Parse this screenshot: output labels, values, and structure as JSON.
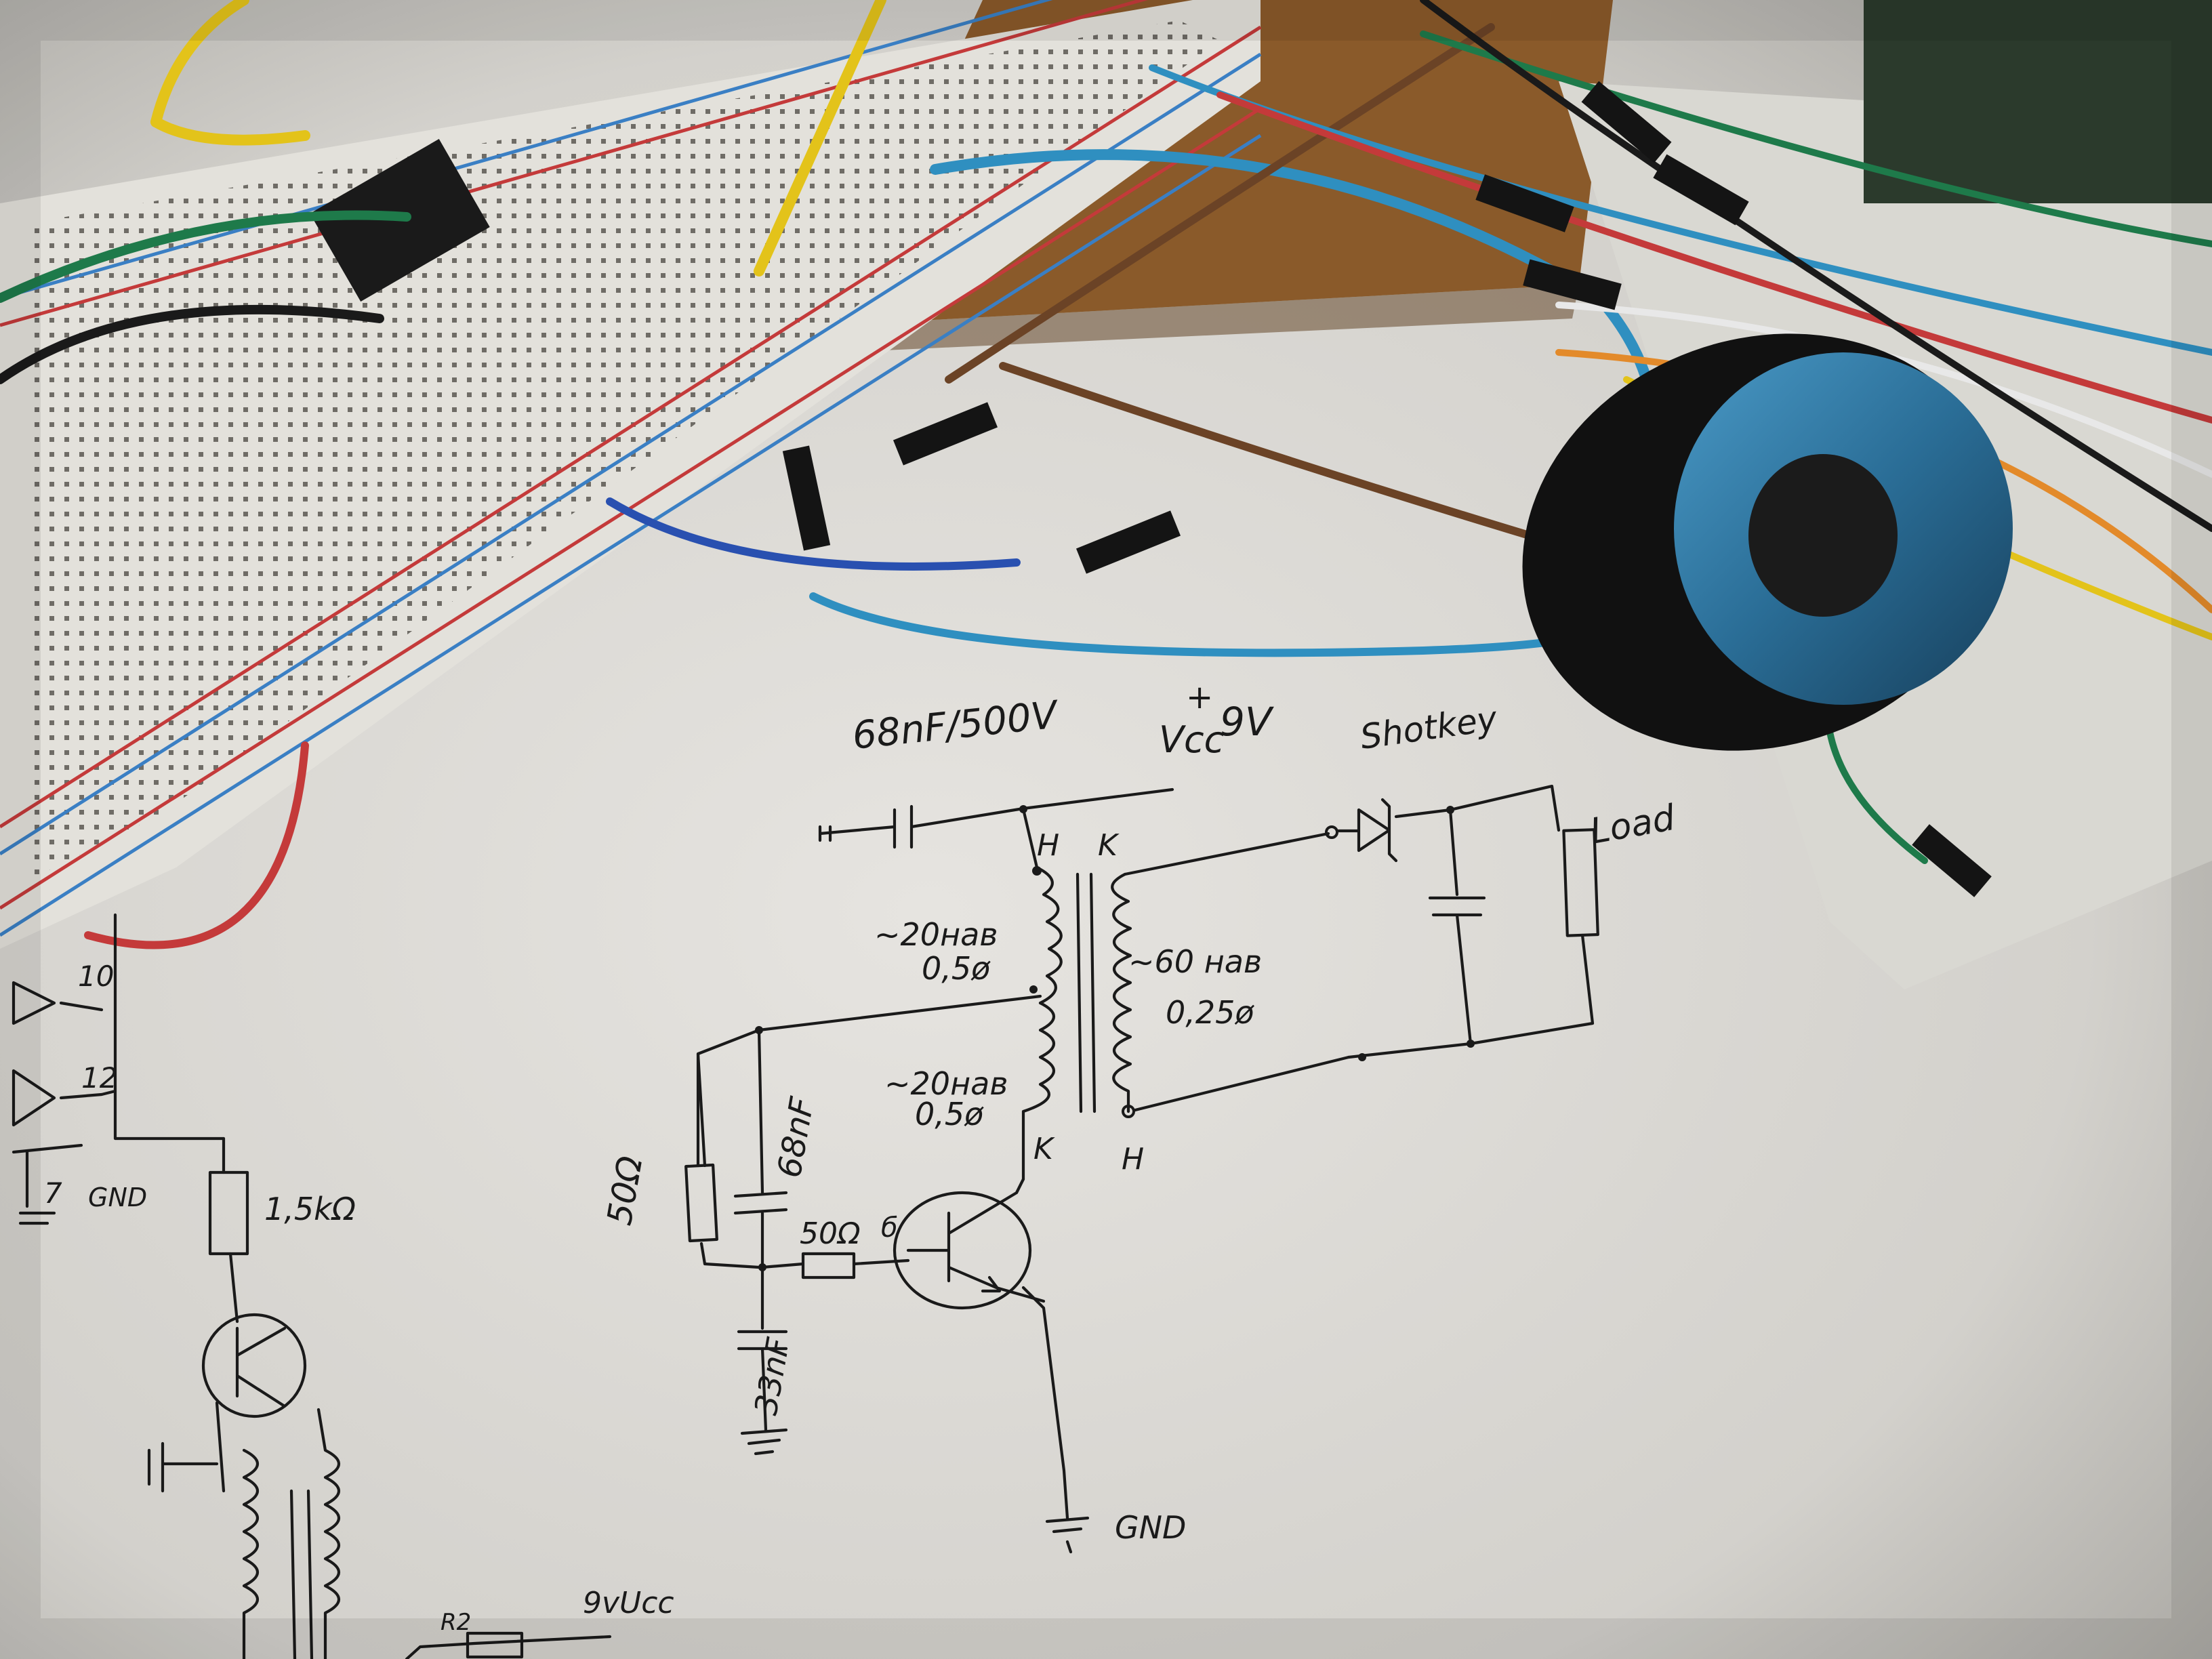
{
  "photo": {
    "subject": "hand-drawn blocking oscillator schematic with breadboard and toroid transformer"
  },
  "schematic_main": {
    "cap_top": "68nF/500V",
    "vcc": "Vcc",
    "vcc_plus": "+",
    "vcc_value": "9V",
    "diode": "Shotkey",
    "load": "Load",
    "winding_primary_1": "~20нав",
    "wire_primary_1": "0,5ø",
    "winding_primary_2": "~20нав",
    "wire_primary_2": "0,5ø",
    "winding_secondary": "~60 нав",
    "wire_secondary": "0,25ø",
    "pin_h_top": "H",
    "pin_k_top": "K",
    "pin_k_bottom": "K",
    "pin_h_bottom": "H",
    "resistor_left": "50Ω",
    "cap_feedback": "68nF",
    "resistor_base": "50Ω",
    "base_label": "б",
    "cap_bottom": "33nF",
    "gnd": "GND"
  },
  "schematic_left": {
    "pin_10": "10",
    "pin_12": "12",
    "pin_7": "7",
    "gnd": "GND",
    "resistor": "1,5kΩ",
    "r2": "R2",
    "vcc": "9vUcc"
  },
  "colors": {
    "paper": "#dcdad6",
    "ink": "#1a1a1a",
    "desk": "#8a5a2a",
    "toroid": "#2a6d96",
    "breadboard": "#e3e1db"
  }
}
